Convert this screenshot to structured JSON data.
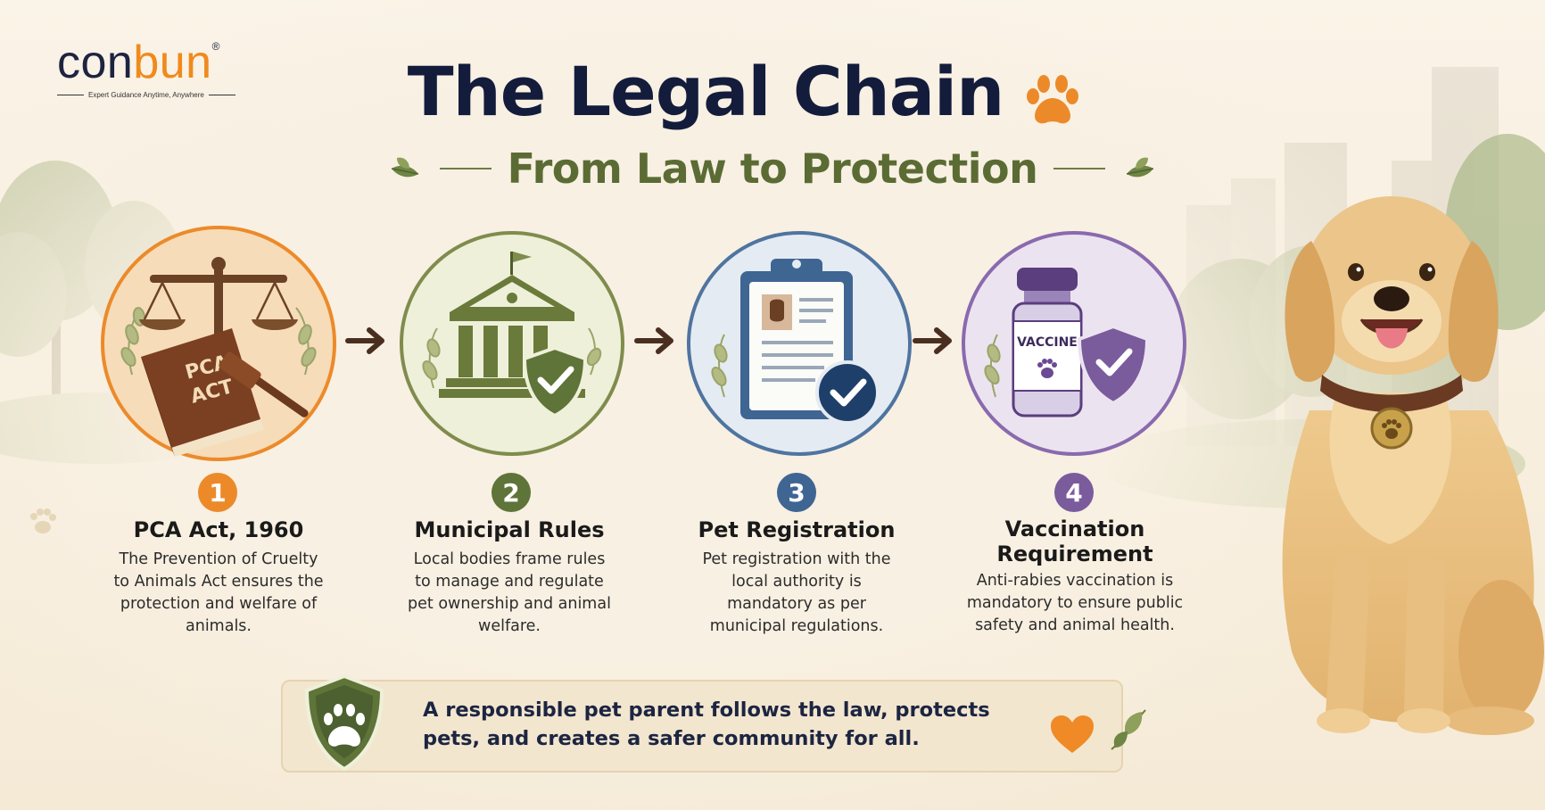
{
  "brand": {
    "name_part1": "con",
    "name_part2": "bun",
    "registered": "®",
    "tagline": "Expert Guidance Anytime, Anywhere"
  },
  "header": {
    "title": "The Legal Chain",
    "subtitle": "From Law to Protection"
  },
  "steps": [
    {
      "number": "1",
      "title": "PCA Act, 1960",
      "description": "The Prevention of Cruelty to Animals Act ensures the protection and welfare of animals.",
      "icon_label_1": "PCA",
      "icon_label_2": "ACT"
    },
    {
      "number": "2",
      "title": "Municipal Rules",
      "description": "Local bodies frame rules to manage and regulate pet ownership and animal welfare."
    },
    {
      "number": "3",
      "title": "Pet Registration",
      "description": "Pet registration with the local authority is mandatory as per municipal regulations."
    },
    {
      "number": "4",
      "title": "Vaccination Requirement",
      "description": "Anti-rabies vaccination is mandatory to ensure public safety and animal health.",
      "icon_label": "VACCINE"
    }
  ],
  "banner": {
    "text": "A responsible pet parent follows the law, protects pets, and creates a safer community for all."
  },
  "colors": {
    "orange": "#ec8a2a",
    "green": "#5f7438",
    "blue": "#3f6593",
    "purple": "#7a5b9c",
    "navy": "#141c3c"
  },
  "icons": [
    "paw-icon",
    "scales-icon",
    "gavel-icon",
    "building-icon",
    "shield-check-icon",
    "clipboard-icon",
    "check-icon",
    "vaccine-icon",
    "heart-icon",
    "leaf-icon",
    "arrow-right-icon"
  ]
}
